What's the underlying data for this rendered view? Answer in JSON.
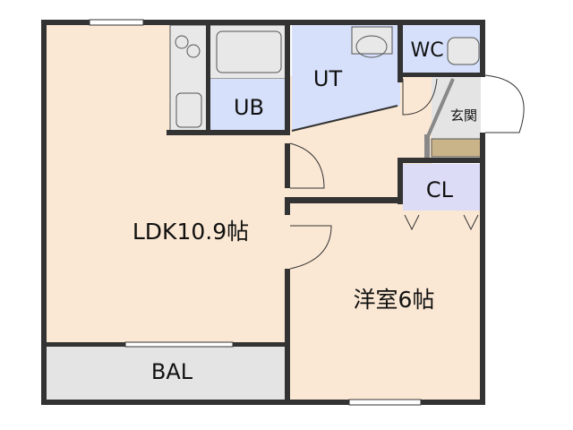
{
  "rooms": {
    "ldk": "LDK10.9帖",
    "western": "洋室6帖",
    "bal": "BAL",
    "ub": "UB",
    "ut": "UT",
    "wc": "WC",
    "genkan": "玄関",
    "cl": "CL"
  },
  "colors": {
    "floor": "#fbe8d4",
    "wet": "#d6e0fa",
    "closet": "#dcdcf6",
    "wall": "#333333",
    "balcony": "#e4e4e4",
    "step": "#c9b48a"
  }
}
